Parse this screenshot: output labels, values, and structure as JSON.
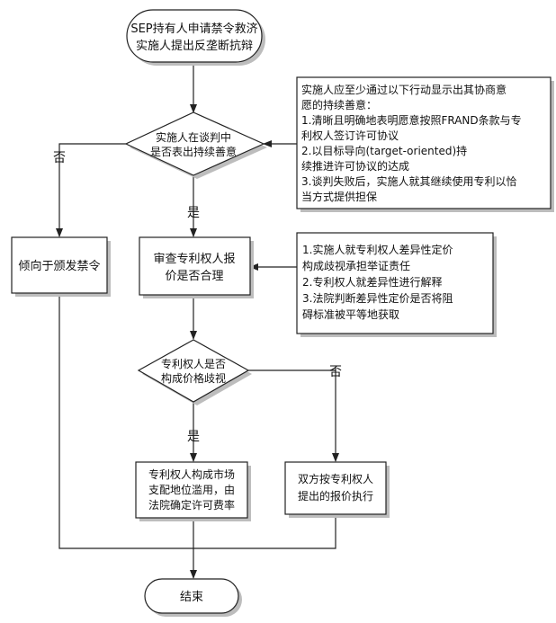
{
  "nodes": {
    "start": {
      "lines": [
        "SEP持有人申请禁令救济",
        "实施人提出反垄断抗辩"
      ]
    },
    "decision_good_faith": {
      "lines": [
        "实施人在谈判中",
        "是否表出持续善意"
      ]
    },
    "note_good_faith": {
      "lines": [
        "实施人应至少通过以下行动显示出其协商意",
        "愿的持续善意：",
        "1.清晰且明确地表明愿意按照FRAND条款与专",
        "利权人签订许可协议",
        "2.以目标导向(target-oriented)持",
        "续推进许可协议的达成",
        "3.谈判失败后，实施人就其继续使用专利以恰",
        "当方式提供担保"
      ]
    },
    "injunction": {
      "lines": [
        "倾向于颁发禁令"
      ]
    },
    "review_offer": {
      "lines": [
        "审查专利权人报",
        "价是否合理"
      ]
    },
    "note_review": {
      "lines": [
        "1.实施人就专利权人差异性定价",
        "构成歧视承担举证责任",
        "2.专利权人就差异性进行解释",
        "3.法院判断差异性定价是否将阻",
        "碍标准被平等地获取"
      ]
    },
    "decision_discrimination": {
      "lines": [
        "专利权人是否",
        "构成价格歧视"
      ]
    },
    "abuse": {
      "lines": [
        "专利权人构成市场",
        "支配地位滥用，由",
        "法院确定许可费率"
      ]
    },
    "follow_offer": {
      "lines": [
        "双方按专利权人",
        "提出的报价执行"
      ]
    },
    "end": {
      "lines": [
        "结束"
      ]
    }
  },
  "edge_labels": {
    "good_faith_no": "否",
    "good_faith_yes": "是",
    "discrimination_yes": "是",
    "discrimination_no": "否"
  }
}
